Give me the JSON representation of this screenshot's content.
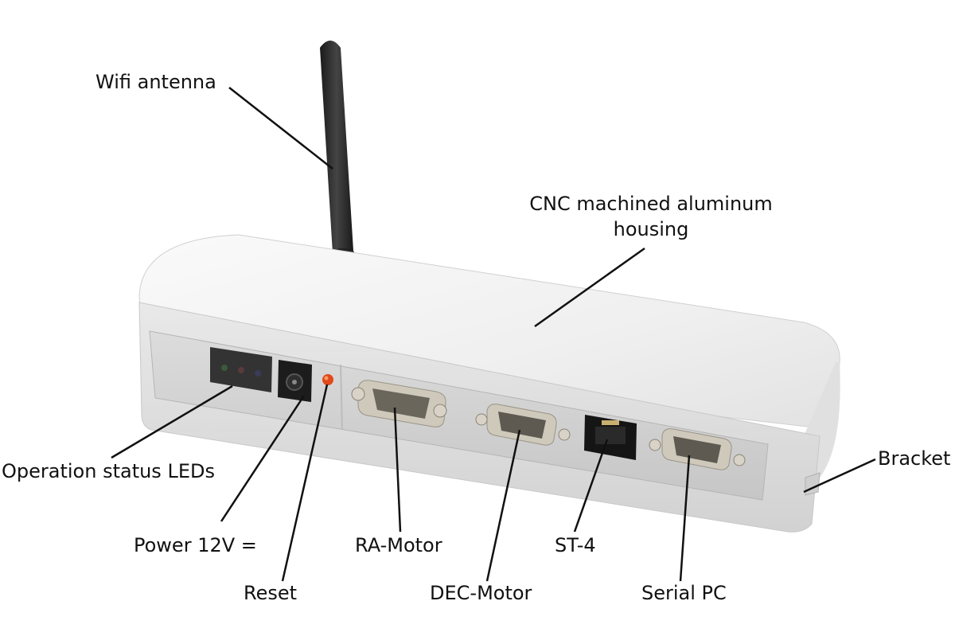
{
  "labels": {
    "wifi_antenna": "Wifi antenna",
    "cnc_line1": "CNC machined aluminum",
    "cnc_line2": "housing",
    "bracket": "Bracket",
    "operation_status_leds": "Operation status LEDs",
    "power": "Power 12V =",
    "reset": "Reset",
    "ra_motor": "RA-Motor",
    "dec_motor": "DEC-Motor",
    "st4": "ST-4",
    "serial_pc": "Serial PC"
  },
  "colors": {
    "housing_light": "#f4f4f4",
    "housing_mid": "#d9d9d9",
    "housing_dark": "#b8b8b8",
    "antenna": "#2a2a2a",
    "led_window": "#3a3a3a",
    "reset_button": "#e04a1a",
    "connector_metal": "#c9c4b8",
    "leader_line": "#111111"
  }
}
